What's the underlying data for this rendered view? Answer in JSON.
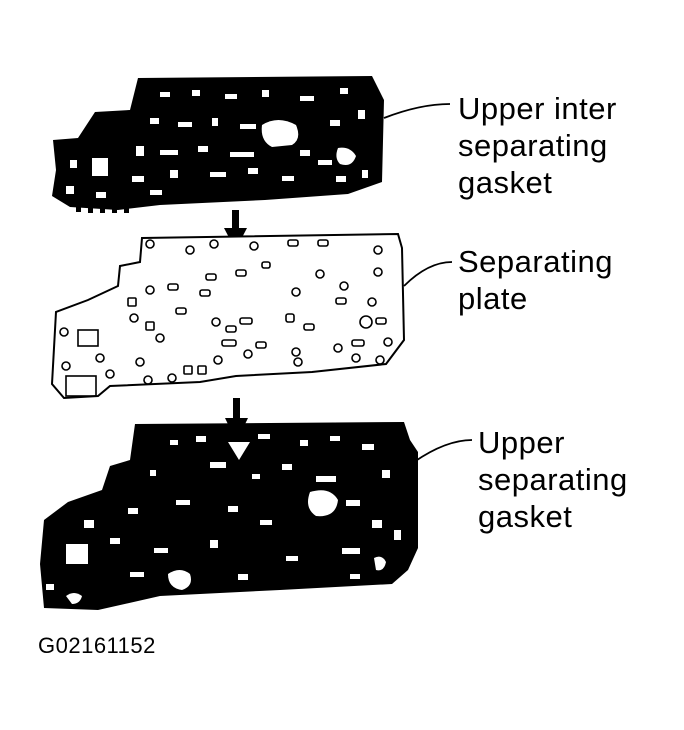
{
  "colors": {
    "ink": "#000000",
    "paper": "#ffffff"
  },
  "labels": {
    "upper_inter_gasket": [
      "Upper inter",
      "separating",
      "gasket"
    ],
    "separating_plate": [
      "Separating",
      "plate"
    ],
    "upper_gasket": [
      "Upper",
      "separating",
      "gasket"
    ]
  },
  "figure_code": "G02161152"
}
